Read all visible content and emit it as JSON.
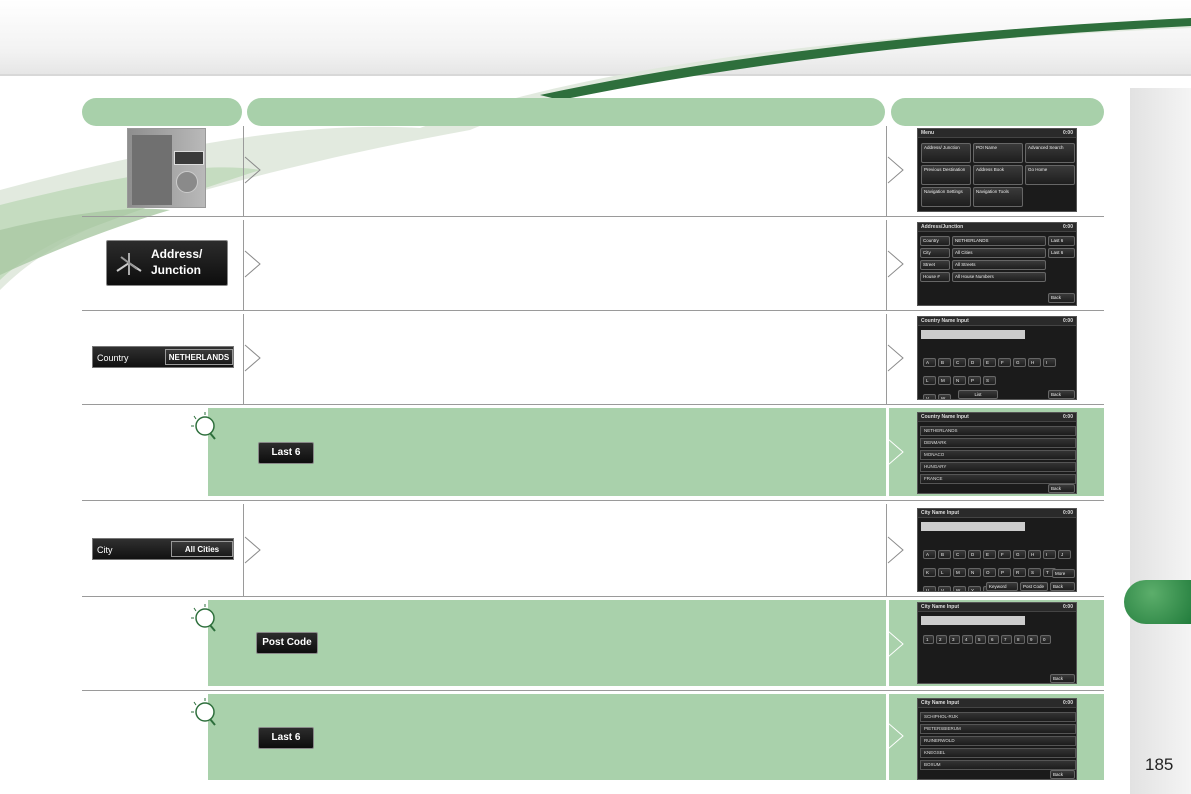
{
  "page_number": "185",
  "rows": {
    "r2": {
      "button_line1": "Address/",
      "button_line2": "Junction"
    },
    "r3": {
      "field_label": "Country",
      "field_value": "NETHERLANDS"
    },
    "r4": {
      "tip_button": "Last 6"
    },
    "r5": {
      "field_label": "City",
      "field_value": "All Cities"
    },
    "r6": {
      "tip_button": "Post Code"
    },
    "r7": {
      "tip_button": "Last 6"
    }
  },
  "screens": {
    "s1": {
      "title": "Menu",
      "time": "0:00",
      "items": [
        "Address/ Junction",
        "POI Name",
        "Advanced Search",
        "Previous Destination",
        "Address Book",
        "Go Home",
        "Navigation Settings",
        "Navigation Tools"
      ]
    },
    "s2": {
      "title": "Address/Junction",
      "time": "0:00",
      "labels": [
        "Country",
        "City",
        "Street",
        "House #"
      ],
      "values": [
        "NETHERLANDS",
        "All Cities",
        "All Streets",
        "All House Numbers"
      ],
      "side": [
        "Last 6",
        "Last 6"
      ],
      "back": "Back"
    },
    "s3": {
      "title": "Country Name Input",
      "time": "0:00",
      "keys": [
        "A",
        "B",
        "C",
        "D",
        "E",
        "F",
        "G",
        "H",
        "I",
        "L",
        "M",
        "N",
        "P",
        "S",
        "V",
        "W"
      ],
      "list": "List",
      "back": "Back"
    },
    "s4": {
      "title": "Country Name Input",
      "time": "0:00",
      "items": [
        "NETHERLANDS",
        "DENMARK",
        "MONACO",
        "HUNGARY",
        "FRANCE"
      ],
      "back": "Back"
    },
    "s5": {
      "title": "City Name Input",
      "time": "0:00",
      "keys": [
        "A",
        "B",
        "C",
        "D",
        "E",
        "F",
        "G",
        "H",
        "I",
        "J",
        "K",
        "L",
        "M",
        "N",
        "O",
        "P",
        "R",
        "S",
        "T",
        "U",
        "V",
        "W",
        "Y",
        "Z"
      ],
      "more": "More",
      "keyword": "Keyword",
      "postcode": "Post Code",
      "back": "Back"
    },
    "s6": {
      "title": "City Name Input",
      "time": "0:00",
      "keys": [
        "1",
        "2",
        "3",
        "4",
        "5",
        "6",
        "7",
        "8",
        "9",
        "0"
      ],
      "back": "Back"
    },
    "s7": {
      "title": "City Name Input",
      "time": "0:00",
      "items": [
        "SCHIPHOL-RIJK",
        "PIETERSBIERUM",
        "RUINERWOLD",
        "KNEGSEL",
        "BOXUM"
      ],
      "back": "Back"
    }
  }
}
